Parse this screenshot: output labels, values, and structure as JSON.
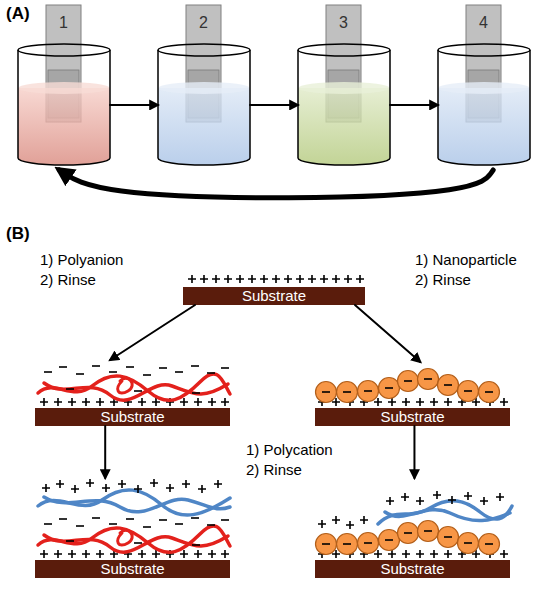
{
  "diagram": {
    "nodes": [
      {
        "text": [
          "1"
        ]
      },
      {
        "text": [
          "2"
        ]
      },
      {
        "text": [
          "3"
        ]
      },
      {
        "text": [
          "4"
        ]
      },
      {
        "text": [
          "Substrate"
        ]
      },
      {
        "text": [
          "Substrate"
        ]
      },
      {
        "text": [
          "Substrate"
        ]
      },
      {
        "text": [
          "Substrate"
        ]
      },
      {
        "text": [
          "Substrate"
        ]
      }
    ],
    "edges": [
      {
        "from": 0,
        "to": 1,
        "arrow": "to"
      },
      {
        "from": 1,
        "to": 2,
        "arrow": "to"
      },
      {
        "from": 2,
        "to": 3,
        "arrow": "to"
      },
      {
        "from": 3,
        "to": 0,
        "arrow": "to"
      },
      {
        "from": 4,
        "to": 5,
        "label": "1) Polyanion 2) Rinse",
        "arrow": "to"
      },
      {
        "from": 4,
        "to": 6,
        "label": "1) Nanoparticle 2) Rinse",
        "arrow": "to"
      },
      {
        "from": 5,
        "to": 7,
        "arrow": "to"
      },
      {
        "from": 6,
        "to": 8,
        "arrow": "to"
      }
    ],
    "labels": [
      "(A)",
      "(B)",
      "1) Polycation 2) Rinse"
    ]
  }
}
